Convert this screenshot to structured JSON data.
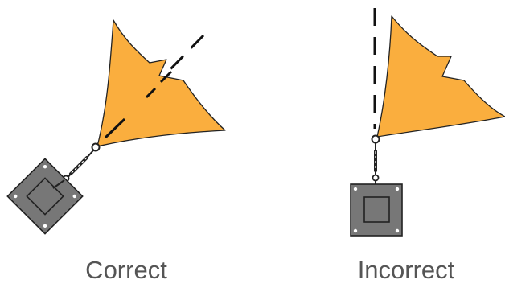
{
  "labels": {
    "correct": "Correct",
    "incorrect": "Incorrect"
  },
  "colors": {
    "sail_fill": "#FAAE3E",
    "outline": "#222222",
    "plate_fill": "#777777",
    "hole_fill": "#ffffff",
    "caption_text": "#555555"
  },
  "icons": {
    "sail": "triangular-shade-sail-icon",
    "anchor_plate": "square-mounting-plate-icon",
    "fixing_hardware": "ring-and-turnbuckle-icon",
    "alignment": "dashed-alignment-line"
  }
}
